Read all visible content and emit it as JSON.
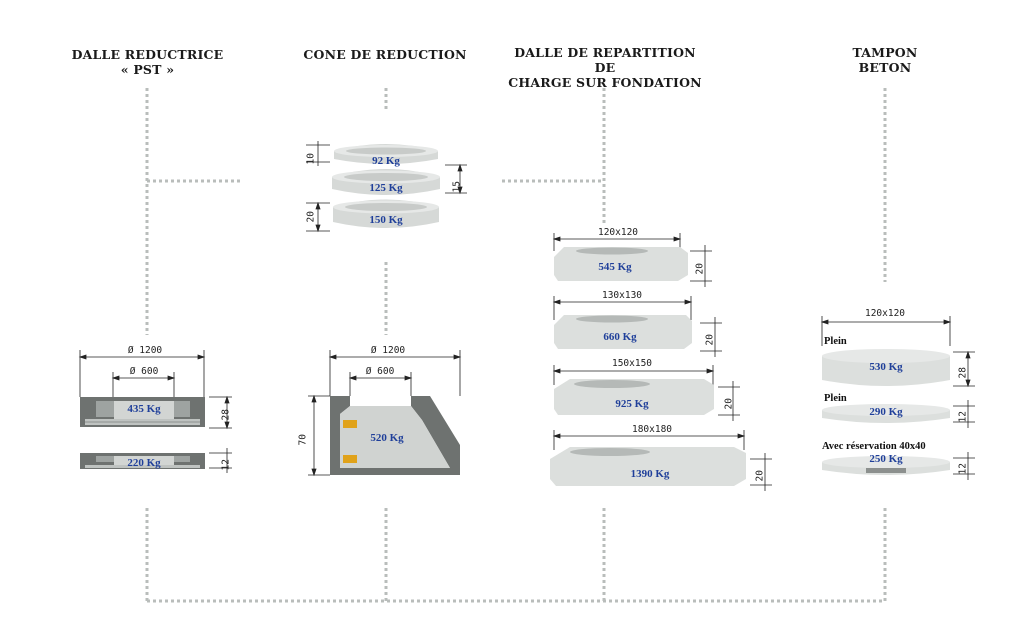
{
  "columns": {
    "dalle_reductrice": {
      "title_line1": "DALLE REDUCTRICE",
      "title_line2": "« PST »",
      "dim_outer": "Ø 1200",
      "dim_inner": "Ø 600",
      "pieces": [
        {
          "weight": "435 Kg",
          "height": "28"
        },
        {
          "weight": "220 Kg",
          "height": "12"
        }
      ]
    },
    "cone_reduction": {
      "title": "CONE DE REDUCTION",
      "rings": [
        {
          "weight": "92 Kg",
          "height": "10"
        },
        {
          "weight": "125 Kg",
          "height": "15"
        },
        {
          "weight": "150 Kg",
          "height": "20"
        }
      ],
      "cone": {
        "dim_outer": "Ø 1200",
        "dim_inner": "Ø 600",
        "height": "70",
        "weight": "520 Kg"
      }
    },
    "dalle_repartition": {
      "title_line1": "DALLE DE REPARTITION DE",
      "title_line2": "CHARGE SUR FONDATION",
      "slabs": [
        {
          "size": "120x120",
          "weight": "545 Kg",
          "height": "20"
        },
        {
          "size": "130x130",
          "weight": "660 Kg",
          "height": "20"
        },
        {
          "size": "150x150",
          "weight": "925 Kg",
          "height": "20"
        },
        {
          "size": "180x180",
          "weight": "1390 Kg",
          "height": "20"
        }
      ]
    },
    "tampon_beton": {
      "title_line1": "TAMPON",
      "title_line2": "BETON",
      "size": "120x120",
      "lids": [
        {
          "label": "Plein",
          "weight": "530 Kg",
          "height": "28"
        },
        {
          "label": "Plein",
          "weight": "290 Kg",
          "height": "12"
        },
        {
          "label": "Avec réservation 40x40",
          "weight": "250 Kg",
          "height": "12"
        }
      ]
    }
  },
  "colors": {
    "concrete": "#dcdfdd",
    "concrete_dark": "#6e7270",
    "weight_text": "#1f3f9a",
    "connector": "#b9bdbb",
    "handle": "#e0a21a"
  }
}
